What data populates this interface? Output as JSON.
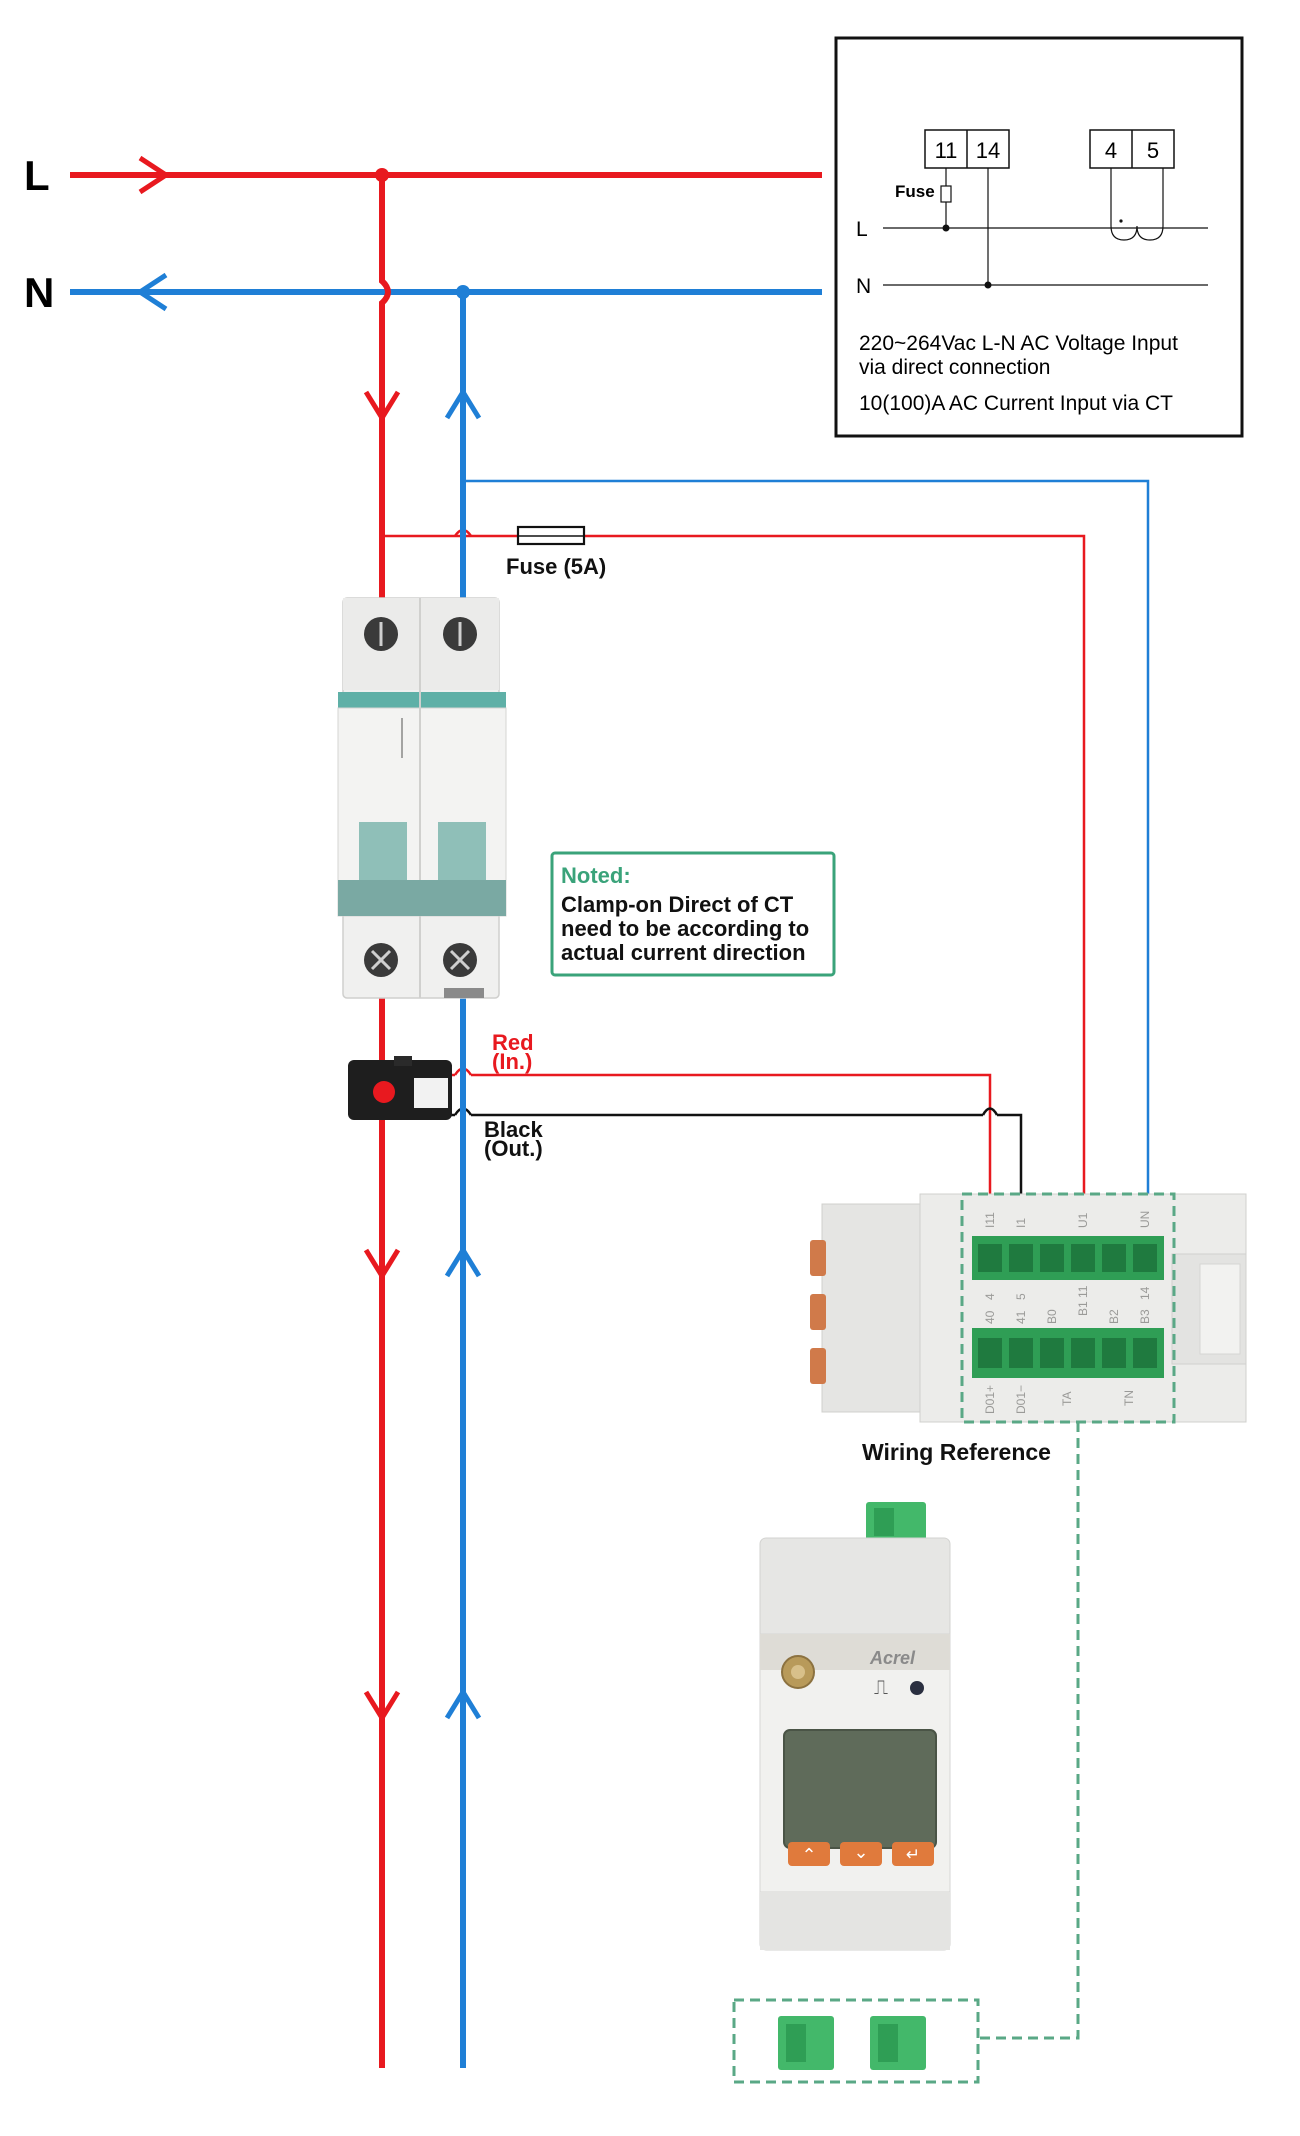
{
  "colors": {
    "live": "#e8191f",
    "neutral": "#1f7fd6",
    "black": "#111111",
    "note_green": "#3aa37a",
    "device_grey": "#e4e4e2",
    "terminal_green": "#2f9e55",
    "button_orange": "#e07a3c"
  },
  "lines": {
    "L": "L",
    "N": "N"
  },
  "spec_box": {
    "terminal_11": "11",
    "terminal_14": "14",
    "terminal_4": "4",
    "terminal_5": "5",
    "fuse_label": "Fuse",
    "row_L": "L",
    "row_N": "N",
    "text_voltage_1": "220~264Vac L-N AC Voltage Input",
    "text_voltage_2": "via direct connection",
    "text_current": "10(100)A AC Current Input via CT"
  },
  "fuse_label": "Fuse (5A)",
  "note": {
    "title": "Noted:",
    "line1": "Clamp-on Direct of CT",
    "line2": "need to be according to",
    "line3": "actual current direction"
  },
  "ct": {
    "red_label_1": "Red",
    "red_label_2": "(In.)",
    "black_label_1": "Black",
    "black_label_2": "(Out.)"
  },
  "terminal_block": {
    "top_labels": [
      "I11",
      "I1",
      "",
      "U1",
      "",
      "UN"
    ],
    "mid_labels_a": [
      "4",
      "5",
      "",
      "B1 11",
      "",
      "14"
    ],
    "mid_labels_b": [
      "40",
      "41",
      "B0",
      "",
      "B2",
      "B3"
    ],
    "bottom_labels": [
      "D01+",
      "D01−",
      "TA",
      "",
      "TN",
      ""
    ]
  },
  "wiring_reference": "Wiring Reference",
  "meter": {
    "brand": "Acrel",
    "signal_symbol": "⎍"
  }
}
